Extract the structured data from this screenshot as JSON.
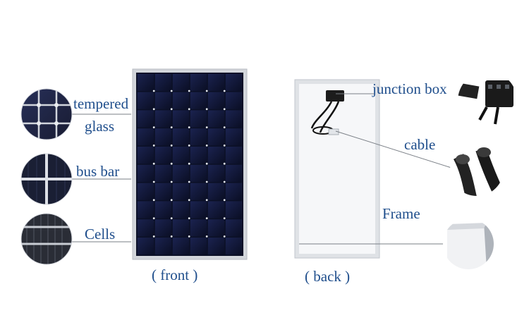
{
  "front": {
    "caption": "( front )",
    "labels": {
      "tempered_glass_line1": "tempered",
      "tempered_glass_line2": "glass",
      "bus_bar": "bus bar",
      "cells": "Cells"
    }
  },
  "back": {
    "caption": "( back )",
    "labels": {
      "junction_box": "junction box",
      "cable": "cable",
      "frame": "Frame"
    }
  },
  "colors": {
    "label_text": "#1f4e8c",
    "cell": "#0f1430",
    "frame": "#c9ccd1",
    "backsheet": "#f4f5f7"
  }
}
